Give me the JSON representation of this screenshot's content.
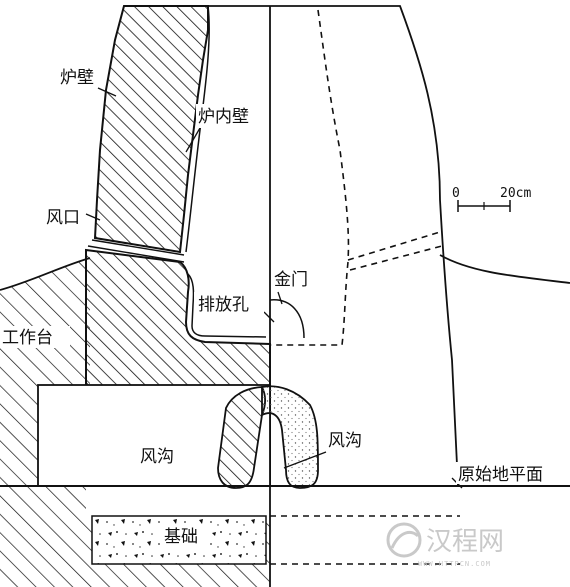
{
  "labels": {
    "furnace_wall": "炉壁",
    "inner_wall": "炉内壁",
    "tuyere": "风口",
    "working_platform": "工作台",
    "tap_hole": "排放孔",
    "gold_gate": "金门",
    "wind_channel_left": "风沟",
    "wind_channel_right": "风沟",
    "original_ground": "原始地平面",
    "foundation": "基础"
  },
  "scale_bar": {
    "start": "0",
    "end": "20cm"
  },
  "watermark": {
    "text": "汉程网",
    "url": "WWW.HTTPCN.COM"
  },
  "colors": {
    "ink": "#111111",
    "background": "#ffffff",
    "watermark": "#c9c9c9"
  }
}
